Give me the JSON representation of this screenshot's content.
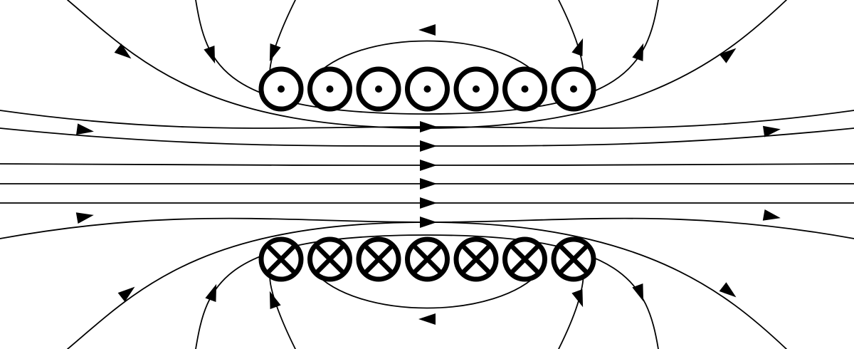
{
  "figure": {
    "subject": "solenoid-cross-section-magnetic-field",
    "colors": {
      "background": "#ffffff",
      "ink": "#000000"
    }
  },
  "conductors": {
    "top_row": {
      "current_direction": "out-of-page",
      "symbol": "dot",
      "count": 7
    },
    "bottom_row": {
      "current_direction": "into-page",
      "symbol": "cross",
      "count": 7
    }
  },
  "field_lines": {
    "interior_direction": "left-to-right",
    "arrow_style": "filled-triangle"
  }
}
